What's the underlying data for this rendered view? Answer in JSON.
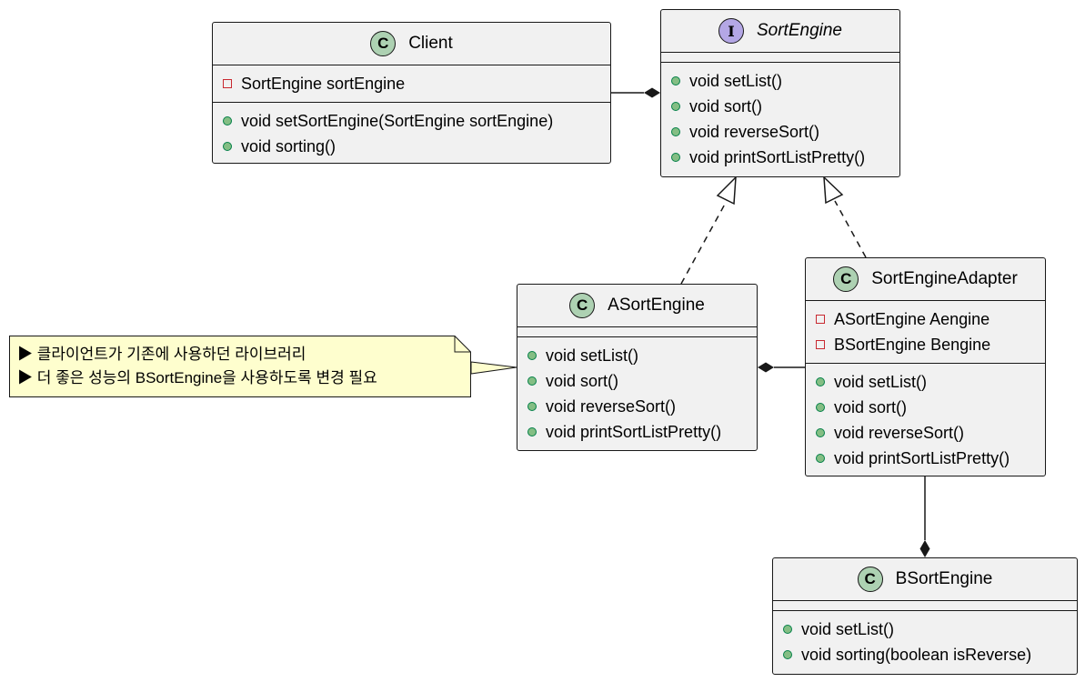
{
  "classes": {
    "client": {
      "name": "Client",
      "stereotype": "C",
      "fields": [
        "SortEngine sortEngine"
      ],
      "methods": [
        "void setSortEngine(SortEngine sortEngine)",
        "void sorting()"
      ]
    },
    "sortEngine": {
      "name": "SortEngine",
      "stereotype": "I",
      "methods": [
        "void setList()",
        "void sort()",
        "void reverseSort()",
        "void printSortListPretty()"
      ]
    },
    "aSortEngine": {
      "name": "ASortEngine",
      "stereotype": "C",
      "methods": [
        "void setList()",
        "void sort()",
        "void reverseSort()",
        "void printSortListPretty()"
      ]
    },
    "sortEngineAdapter": {
      "name": "SortEngineAdapter",
      "stereotype": "C",
      "fields": [
        "ASortEngine Aengine",
        "BSortEngine Bengine"
      ],
      "methods": [
        "void setList()",
        "void sort()",
        "void reverseSort()",
        "void printSortListPretty()"
      ]
    },
    "bSortEngine": {
      "name": "BSortEngine",
      "stereotype": "C",
      "methods": [
        "void setList()",
        "void sorting(boolean isReverse)"
      ]
    }
  },
  "note": {
    "lines": [
      "▶ 클라이언트가 기존에 사용하던 라이브러리",
      "▶ 더 좋은 성능의 BSortEngine을 사용하도록 변경 필요"
    ]
  },
  "colors": {
    "box_fill": "#f1f1f1",
    "border": "#181818",
    "class_badge": "#add1b2",
    "interface_badge": "#b4a7e5",
    "note_fill": "#fefece",
    "public_dot": "#84be84",
    "private_square": "#c82930"
  }
}
